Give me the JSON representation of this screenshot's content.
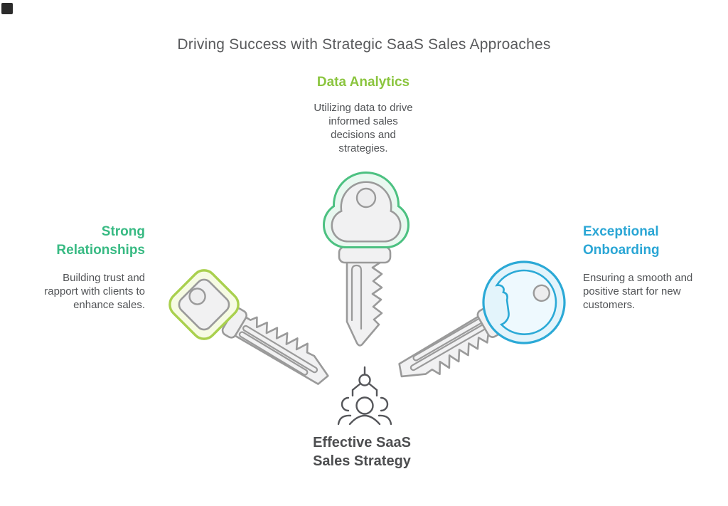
{
  "page": {
    "title": "Driving Success with Strategic SaaS Sales Approaches",
    "background_color": "#ffffff",
    "corner_mark_color": "#2b2b2b"
  },
  "items": {
    "data_analytics": {
      "title": "Data Analytics",
      "description": "Utilizing data to drive\ninformed sales\ndecisions and\nstrategies.",
      "accent_color": "#8bc53f",
      "key_outline_color": "#4cc181",
      "key_fill_color": "#e9f8f0"
    },
    "strong_relationships": {
      "title": "Strong\nRelationships",
      "description": "Building trust and\nrapport with clients to\nenhance sales.",
      "accent_color": "#38ba83",
      "key_outline_color": "#a9d04d",
      "key_fill_color": "#f6fbe3"
    },
    "exceptional_onboarding": {
      "title": "Exceptional\nOnboarding",
      "description": "Ensuring a smooth and\npositive start for new\ncustomers.",
      "accent_color": "#2aa6d5",
      "key_outline_color": "#2ba9d6",
      "key_fill_color": "#e3f4fb"
    }
  },
  "center": {
    "label": "Effective SaaS\nSales Strategy",
    "text_color": "#4d4e50"
  },
  "icons": {
    "center_key": "key-icon",
    "left_key": "key-icon",
    "right_key": "key-icon",
    "claw": "claw-grabber-icon",
    "team": "team-people-icon"
  },
  "key_metal": {
    "fill": "#f1f1f2",
    "stroke": "#9a9a9a"
  }
}
